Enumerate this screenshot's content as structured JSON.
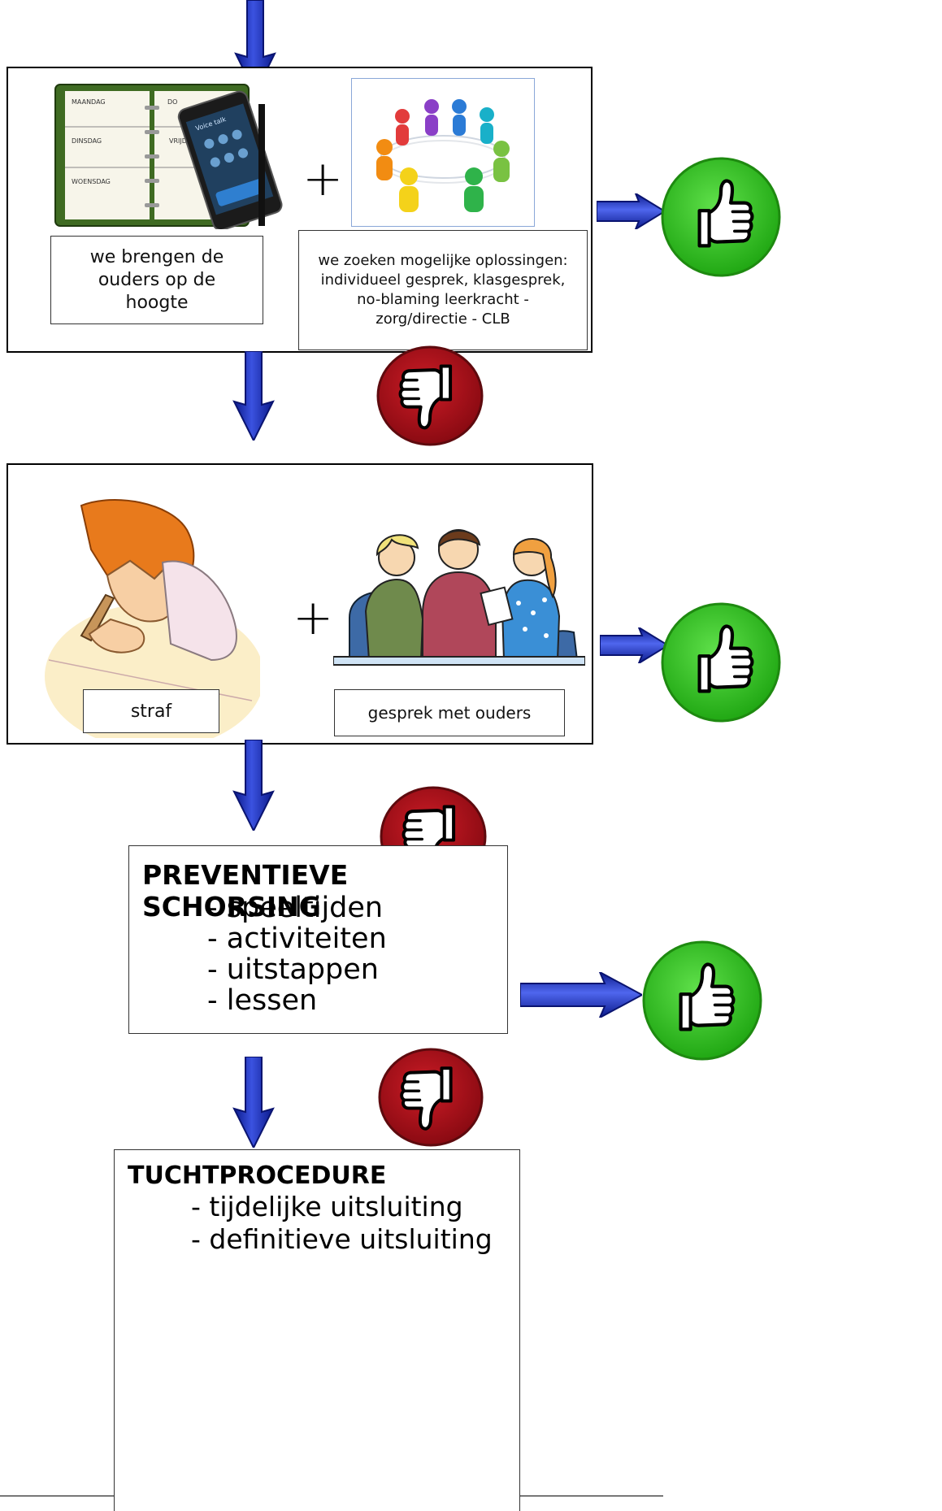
{
  "panel1": {
    "agenda": {
      "days": [
        "MAANDAG",
        "DINSDAG",
        "WOENSDAG",
        "DO",
        "VRIJDA"
      ],
      "phone_label": "Voice talk"
    },
    "caption_left": "we brengen de ouders op de hoogte",
    "caption_right": "we zoeken mogelijke oplossingen: individueel gesprek, klasgesprek, no-blaming leerkracht - zorg/directie - CLB",
    "plus": "+"
  },
  "panel2": {
    "caption_left": "straf",
    "caption_right": "gesprek met ouders",
    "plus": "+"
  },
  "box3": {
    "title": "PREVENTIEVE SCHORSING",
    "items": [
      "- speeltijden",
      "- activiteiten",
      "- uitstappen",
      "- lessen"
    ]
  },
  "box4": {
    "title": "TUCHTPROCEDURE",
    "items": [
      "- tijdelijke uitsluiting",
      "- definitieve uitsluiting"
    ]
  },
  "colors": {
    "arrow_blue": "#1f2fb8",
    "thumb_up_green": "#3fcf2a",
    "thumb_down_red": "#b3121b",
    "panel_border": "#000000"
  },
  "icons": {
    "down_arrow": "down-arrow-icon",
    "right_arrow": "right-arrow-icon",
    "thumbs_up": "thumbs-up-icon",
    "thumbs_down": "thumbs-down-icon"
  }
}
